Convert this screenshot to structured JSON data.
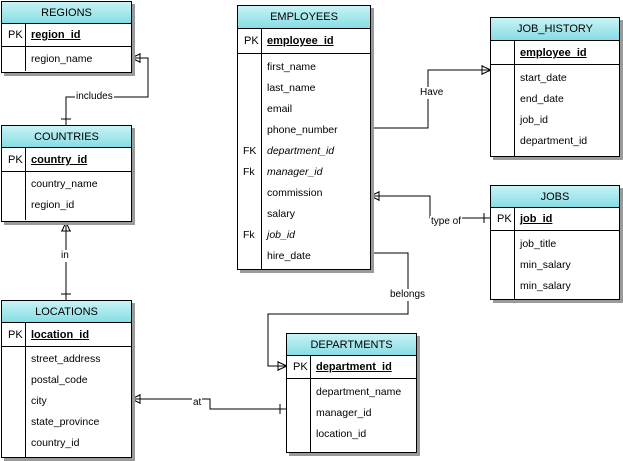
{
  "tables": {
    "regions": {
      "title": "REGIONS",
      "pk_marker": "PK",
      "pk_field": "region_id",
      "fields": [
        "region_name"
      ]
    },
    "countries": {
      "title": "COUNTRIES",
      "pk_marker": "PK",
      "pk_field": "country_id",
      "fields": [
        "country_name",
        "region_id"
      ]
    },
    "locations": {
      "title": "LOCATIONS",
      "pk_marker": "PK",
      "pk_field": "location_id",
      "fields": [
        "street_address",
        "postal_code",
        "city",
        "state_province",
        "country_id"
      ]
    },
    "employees": {
      "title": "EMPLOYEES",
      "pk_marker": "PK",
      "pk_field": "employee_id",
      "fields": [
        {
          "name": "first_name",
          "key": ""
        },
        {
          "name": "last_name",
          "key": ""
        },
        {
          "name": "email",
          "key": ""
        },
        {
          "name": "phone_number",
          "key": ""
        },
        {
          "name": "department_id",
          "key": "FK"
        },
        {
          "name": "manager_id",
          "key": "Fk"
        },
        {
          "name": "commission",
          "key": ""
        },
        {
          "name": "salary",
          "key": ""
        },
        {
          "name": "job_id",
          "key": "Fk"
        },
        {
          "name": "hire_date",
          "key": ""
        }
      ]
    },
    "job_history": {
      "title": "JOB_HISTORY",
      "pk_field": "employee_id",
      "fields": [
        "start_date",
        "end_date",
        "job_id",
        "department_id"
      ]
    },
    "jobs": {
      "title": "JOBS",
      "pk_marker": "PK",
      "pk_field": "job_id",
      "fields": [
        "job_title",
        "min_salary",
        "min_salary"
      ]
    },
    "departments": {
      "title": "DEPARTMENTS",
      "pk_marker": "PK",
      "pk_field": "department_id",
      "fields": [
        "department_name",
        "manager_id",
        "location_id"
      ]
    }
  },
  "relationships": {
    "includes": "includes",
    "in": "in",
    "at": "at",
    "have": "Have",
    "type_of": "type of",
    "belongs": "belongs"
  }
}
